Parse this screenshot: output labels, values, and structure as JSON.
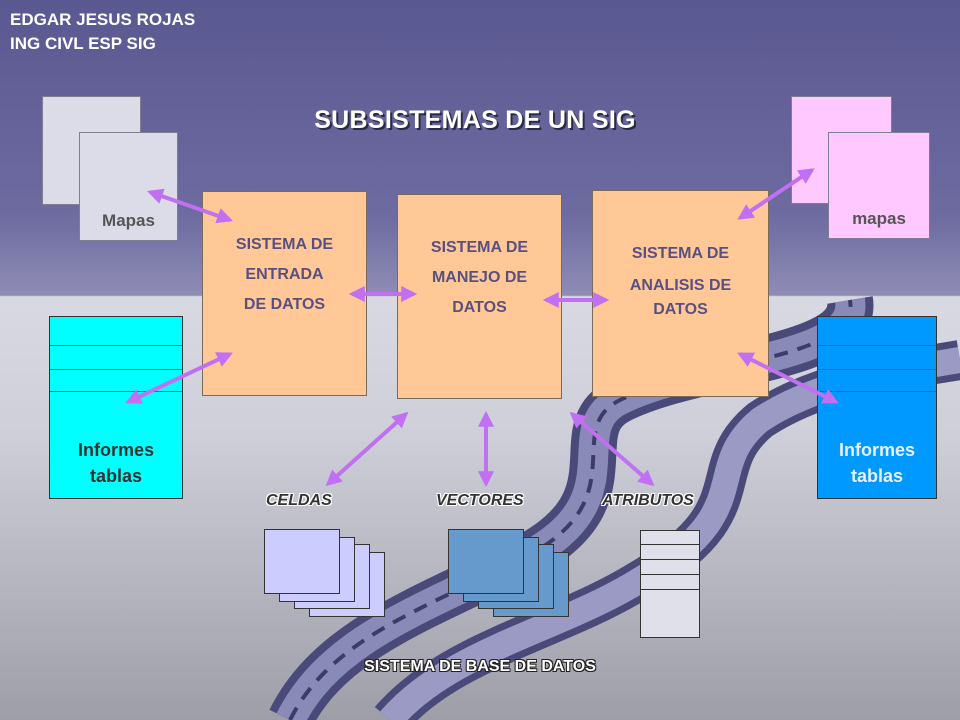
{
  "author": {
    "name": "EDGAR JESUS ROJAS",
    "title": "ING CIVL ESP SIG"
  },
  "slide_title": "SUBSISTEMAS DE UN SIG",
  "left_top": {
    "label": "Mapas",
    "color": "#dcdce8"
  },
  "left_bottom": {
    "line1": "Informes",
    "line2": "tablas",
    "color": "#00ffff"
  },
  "right_top": {
    "label": "mapas",
    "color": "#ffc8ff"
  },
  "right_bottom": {
    "line1": "Informes",
    "line2": "tablas",
    "color": "#0099ff"
  },
  "boxes": {
    "entrada": {
      "line1": "SISTEMA DE",
      "line2": "ENTRADA",
      "line3": "DE DATOS"
    },
    "manejo": {
      "line1": "SISTEMA DE",
      "line2": "MANEJO DE",
      "line3": "DATOS"
    },
    "analisis": {
      "line1": "SISTEMA DE",
      "line2": "ANALISIS DE",
      "line3": "DATOS"
    },
    "color": "#ffc896"
  },
  "data_types": {
    "celdas": {
      "label": "CELDAS",
      "color": "#ccccff"
    },
    "vectores": {
      "label": "VECTORES",
      "color": "#6699cc"
    },
    "atributos": {
      "label": "ATRIBUTOS",
      "color": "#e0e0ea"
    }
  },
  "footer": "SISTEMA DE BASE DE DATOS",
  "arrow_color": "#c070f0"
}
